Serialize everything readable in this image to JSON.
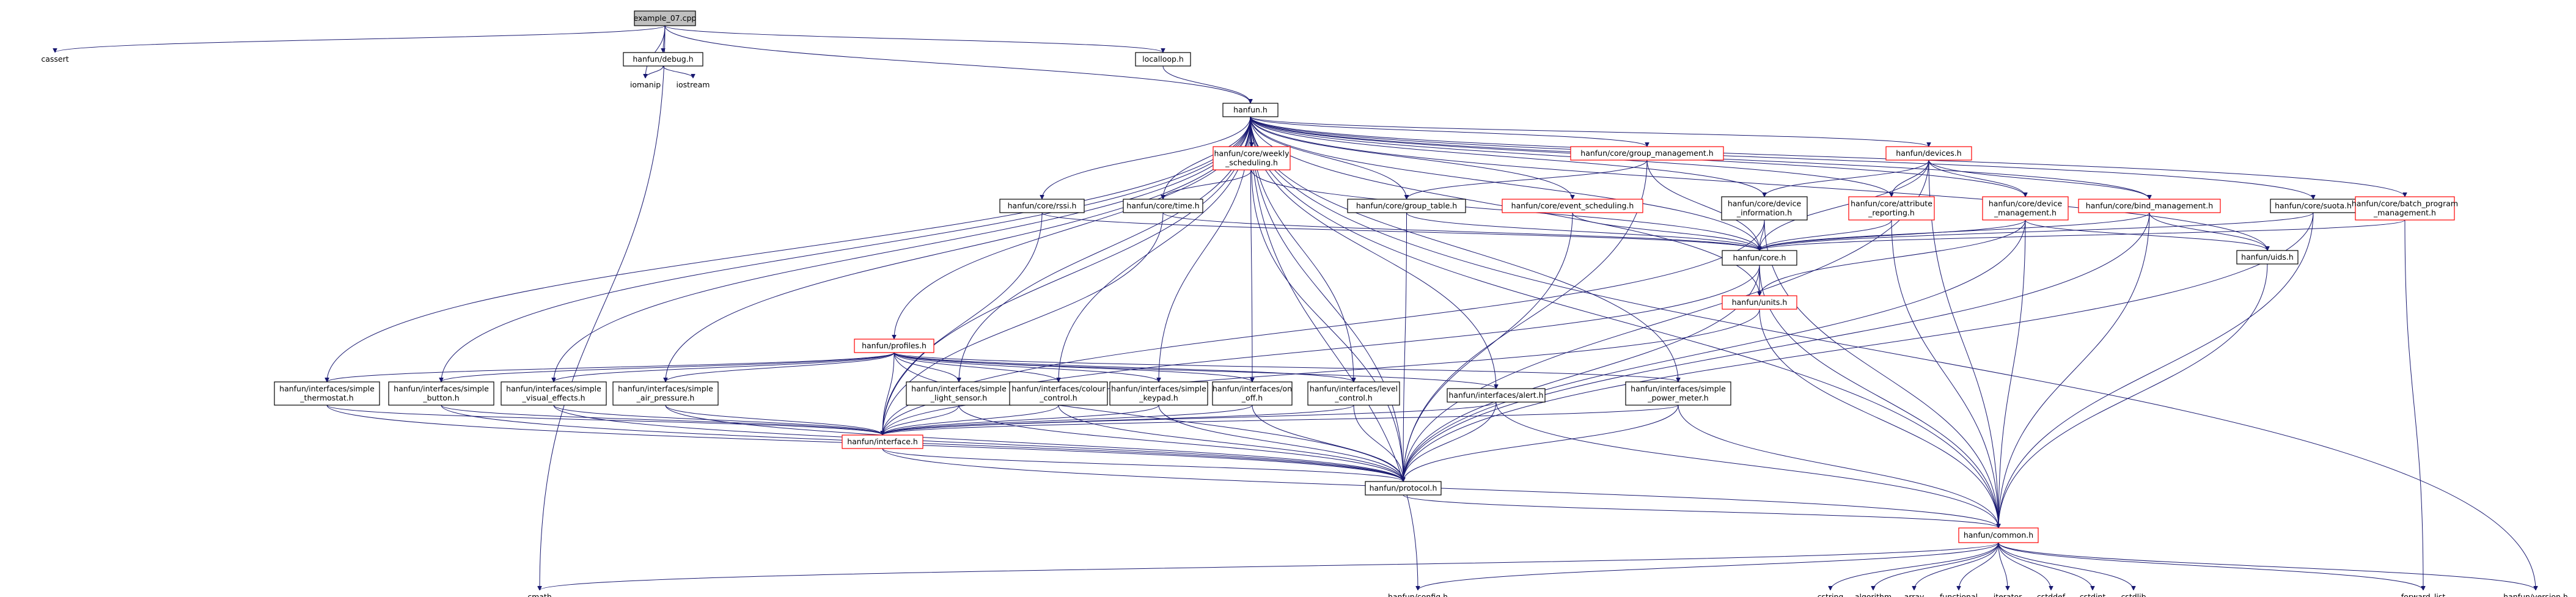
{
  "nodes": [
    {
      "id": "root",
      "lines": [
        "example_07.cpp"
      ],
      "style": "root"
    },
    {
      "id": "cassert",
      "lines": [
        "cassert"
      ],
      "style": "plain"
    },
    {
      "id": "cmath",
      "lines": [
        "cmath"
      ],
      "style": "plain"
    },
    {
      "id": "debug",
      "lines": [
        "hanfun/debug.h"
      ],
      "style": "black"
    },
    {
      "id": "iomanip",
      "lines": [
        "iomanip"
      ],
      "style": "plain"
    },
    {
      "id": "iostream",
      "lines": [
        "iostream"
      ],
      "style": "plain"
    },
    {
      "id": "localloop",
      "lines": [
        "localloop.h"
      ],
      "style": "black"
    },
    {
      "id": "hanfun",
      "lines": [
        "hanfun.h"
      ],
      "style": "black"
    },
    {
      "id": "weekly",
      "lines": [
        "hanfun/core/weekly",
        "_scheduling.h"
      ],
      "style": "red"
    },
    {
      "id": "groupmgmt",
      "lines": [
        "hanfun/core/group_management.h"
      ],
      "style": "red"
    },
    {
      "id": "devices",
      "lines": [
        "hanfun/devices.h"
      ],
      "style": "red"
    },
    {
      "id": "rssi",
      "lines": [
        "hanfun/core/rssi.h"
      ],
      "style": "black"
    },
    {
      "id": "time",
      "lines": [
        "hanfun/core/time.h"
      ],
      "style": "black"
    },
    {
      "id": "grouptable",
      "lines": [
        "hanfun/core/group_table.h"
      ],
      "style": "black"
    },
    {
      "id": "eventsched",
      "lines": [
        "hanfun/core/event_scheduling.h"
      ],
      "style": "red"
    },
    {
      "id": "devinfo",
      "lines": [
        "hanfun/core/device",
        "_information.h"
      ],
      "style": "black"
    },
    {
      "id": "attrrep",
      "lines": [
        "hanfun/core/attribute",
        "_reporting.h"
      ],
      "style": "red"
    },
    {
      "id": "devmgmt",
      "lines": [
        "hanfun/core/device",
        "_management.h"
      ],
      "style": "red"
    },
    {
      "id": "bindmgmt",
      "lines": [
        "hanfun/core/bind_management.h"
      ],
      "style": "red"
    },
    {
      "id": "suota",
      "lines": [
        "hanfun/core/suota.h"
      ],
      "style": "black"
    },
    {
      "id": "batch",
      "lines": [
        "hanfun/core/batch_program",
        "_management.h"
      ],
      "style": "red"
    },
    {
      "id": "core",
      "lines": [
        "hanfun/core.h"
      ],
      "style": "black"
    },
    {
      "id": "uids",
      "lines": [
        "hanfun/uids.h"
      ],
      "style": "black"
    },
    {
      "id": "units",
      "lines": [
        "hanfun/units.h"
      ],
      "style": "red"
    },
    {
      "id": "profiles",
      "lines": [
        "hanfun/profiles.h"
      ],
      "style": "red"
    },
    {
      "id": "thermostat",
      "lines": [
        "hanfun/interfaces/simple",
        "_thermostat.h"
      ],
      "style": "black"
    },
    {
      "id": "button",
      "lines": [
        "hanfun/interfaces/simple",
        "_button.h"
      ],
      "style": "black"
    },
    {
      "id": "visual",
      "lines": [
        "hanfun/interfaces/simple",
        "_visual_effects.h"
      ],
      "style": "black"
    },
    {
      "id": "airpressure",
      "lines": [
        "hanfun/interfaces/simple",
        "_air_pressure.h"
      ],
      "style": "black"
    },
    {
      "id": "lightsensor",
      "lines": [
        "hanfun/interfaces/simple",
        "_light_sensor.h"
      ],
      "style": "black"
    },
    {
      "id": "colour",
      "lines": [
        "hanfun/interfaces/colour",
        "_control.h"
      ],
      "style": "black"
    },
    {
      "id": "keypad",
      "lines": [
        "hanfun/interfaces/simple",
        "_keypad.h"
      ],
      "style": "black"
    },
    {
      "id": "onoff",
      "lines": [
        "hanfun/interfaces/on",
        "_off.h"
      ],
      "style": "black"
    },
    {
      "id": "level",
      "lines": [
        "hanfun/interfaces/level",
        "_control.h"
      ],
      "style": "black"
    },
    {
      "id": "alert",
      "lines": [
        "hanfun/interfaces/alert.h"
      ],
      "style": "black"
    },
    {
      "id": "powermeter",
      "lines": [
        "hanfun/interfaces/simple",
        "_power_meter.h"
      ],
      "style": "black"
    },
    {
      "id": "interface",
      "lines": [
        "hanfun/interface.h"
      ],
      "style": "red"
    },
    {
      "id": "protocol",
      "lines": [
        "hanfun/protocol.h"
      ],
      "style": "black"
    },
    {
      "id": "common",
      "lines": [
        "hanfun/common.h"
      ],
      "style": "red"
    },
    {
      "id": "config",
      "lines": [
        "hanfun/config.h"
      ],
      "style": "plain"
    },
    {
      "id": "cstring",
      "lines": [
        "cstring"
      ],
      "style": "plain"
    },
    {
      "id": "algorithm",
      "lines": [
        "algorithm"
      ],
      "style": "plain"
    },
    {
      "id": "array",
      "lines": [
        "array"
      ],
      "style": "plain"
    },
    {
      "id": "functional",
      "lines": [
        "functional"
      ],
      "style": "plain"
    },
    {
      "id": "iterator",
      "lines": [
        "iterator"
      ],
      "style": "plain"
    },
    {
      "id": "cstddef",
      "lines": [
        "cstddef"
      ],
      "style": "plain"
    },
    {
      "id": "cstdint",
      "lines": [
        "cstdint"
      ],
      "style": "plain"
    },
    {
      "id": "cstdlib",
      "lines": [
        "cstdlib"
      ],
      "style": "plain"
    },
    {
      "id": "forwardlist",
      "lines": [
        "forward_list"
      ],
      "style": "plain"
    },
    {
      "id": "version",
      "lines": [
        "hanfun/version.h"
      ],
      "style": "plain"
    }
  ],
  "edges": [
    [
      "root",
      "cassert"
    ],
    [
      "root",
      "cmath"
    ],
    [
      "root",
      "debug"
    ],
    [
      "root",
      "iomanip"
    ],
    [
      "root",
      "localloop"
    ],
    [
      "root",
      "hanfun"
    ],
    [
      "debug",
      "iomanip"
    ],
    [
      "debug",
      "iostream"
    ],
    [
      "localloop",
      "hanfun"
    ],
    [
      "hanfun",
      "weekly"
    ],
    [
      "hanfun",
      "groupmgmt"
    ],
    [
      "hanfun",
      "devices"
    ],
    [
      "hanfun",
      "rssi"
    ],
    [
      "hanfun",
      "time"
    ],
    [
      "hanfun",
      "grouptable"
    ],
    [
      "hanfun",
      "eventsched"
    ],
    [
      "hanfun",
      "devinfo"
    ],
    [
      "hanfun",
      "attrrep"
    ],
    [
      "hanfun",
      "devmgmt"
    ],
    [
      "hanfun",
      "bindmgmt"
    ],
    [
      "hanfun",
      "suota"
    ],
    [
      "hanfun",
      "batch"
    ],
    [
      "hanfun",
      "core"
    ],
    [
      "hanfun",
      "uids"
    ],
    [
      "hanfun",
      "units"
    ],
    [
      "hanfun",
      "profiles"
    ],
    [
      "hanfun",
      "thermostat"
    ],
    [
      "hanfun",
      "button"
    ],
    [
      "hanfun",
      "visual"
    ],
    [
      "hanfun",
      "airpressure"
    ],
    [
      "hanfun",
      "lightsensor"
    ],
    [
      "hanfun",
      "colour"
    ],
    [
      "hanfun",
      "keypad"
    ],
    [
      "hanfun",
      "onoff"
    ],
    [
      "hanfun",
      "level"
    ],
    [
      "hanfun",
      "alert"
    ],
    [
      "hanfun",
      "powermeter"
    ],
    [
      "hanfun",
      "interface"
    ],
    [
      "hanfun",
      "protocol"
    ],
    [
      "hanfun",
      "common"
    ],
    [
      "hanfun",
      "config"
    ],
    [
      "hanfun",
      "version"
    ],
    [
      "weekly",
      "time"
    ],
    [
      "weekly",
      "core"
    ],
    [
      "weekly",
      "protocol"
    ],
    [
      "groupmgmt",
      "grouptable"
    ],
    [
      "groupmgmt",
      "core"
    ],
    [
      "groupmgmt",
      "protocol"
    ],
    [
      "devices",
      "devinfo"
    ],
    [
      "devices",
      "attrrep"
    ],
    [
      "devices",
      "devmgmt"
    ],
    [
      "devices",
      "bindmgmt"
    ],
    [
      "devices",
      "core"
    ],
    [
      "devices",
      "protocol"
    ],
    [
      "devices",
      "common"
    ],
    [
      "rssi",
      "core"
    ],
    [
      "rssi",
      "interface"
    ],
    [
      "time",
      "core"
    ],
    [
      "time",
      "interface"
    ],
    [
      "grouptable",
      "core"
    ],
    [
      "grouptable",
      "protocol"
    ],
    [
      "eventsched",
      "core"
    ],
    [
      "eventsched",
      "protocol"
    ],
    [
      "devinfo",
      "core"
    ],
    [
      "devinfo",
      "interface"
    ],
    [
      "devinfo",
      "common"
    ],
    [
      "attrrep",
      "core"
    ],
    [
      "attrrep",
      "common"
    ],
    [
      "devmgmt",
      "core"
    ],
    [
      "devmgmt",
      "uids"
    ],
    [
      "devmgmt",
      "units"
    ],
    [
      "devmgmt",
      "protocol"
    ],
    [
      "devmgmt",
      "common"
    ],
    [
      "bindmgmt",
      "core"
    ],
    [
      "bindmgmt",
      "uids"
    ],
    [
      "bindmgmt",
      "protocol"
    ],
    [
      "bindmgmt",
      "common"
    ],
    [
      "suota",
      "core"
    ],
    [
      "suota",
      "protocol"
    ],
    [
      "suota",
      "common"
    ],
    [
      "batch",
      "core"
    ],
    [
      "batch",
      "forwardlist"
    ],
    [
      "core",
      "units"
    ],
    [
      "core",
      "interface"
    ],
    [
      "core",
      "protocol"
    ],
    [
      "core",
      "common"
    ],
    [
      "uids",
      "common"
    ],
    [
      "units",
      "interface"
    ],
    [
      "units",
      "common"
    ],
    [
      "profiles",
      "thermostat"
    ],
    [
      "profiles",
      "button"
    ],
    [
      "profiles",
      "visual"
    ],
    [
      "profiles",
      "airpressure"
    ],
    [
      "profiles",
      "lightsensor"
    ],
    [
      "profiles",
      "colour"
    ],
    [
      "profiles",
      "keypad"
    ],
    [
      "profiles",
      "onoff"
    ],
    [
      "profiles",
      "level"
    ],
    [
      "profiles",
      "alert"
    ],
    [
      "profiles",
      "powermeter"
    ],
    [
      "profiles",
      "interface"
    ],
    [
      "profiles",
      "protocol"
    ],
    [
      "thermostat",
      "interface"
    ],
    [
      "thermostat",
      "protocol"
    ],
    [
      "button",
      "interface"
    ],
    [
      "button",
      "protocol"
    ],
    [
      "visual",
      "interface"
    ],
    [
      "visual",
      "protocol"
    ],
    [
      "airpressure",
      "interface"
    ],
    [
      "airpressure",
      "protocol"
    ],
    [
      "lightsensor",
      "interface"
    ],
    [
      "lightsensor",
      "protocol"
    ],
    [
      "colour",
      "interface"
    ],
    [
      "colour",
      "protocol"
    ],
    [
      "keypad",
      "interface"
    ],
    [
      "keypad",
      "protocol"
    ],
    [
      "onoff",
      "interface"
    ],
    [
      "onoff",
      "protocol"
    ],
    [
      "level",
      "interface"
    ],
    [
      "level",
      "protocol"
    ],
    [
      "alert",
      "interface"
    ],
    [
      "alert",
      "protocol"
    ],
    [
      "alert",
      "common"
    ],
    [
      "powermeter",
      "interface"
    ],
    [
      "powermeter",
      "protocol"
    ],
    [
      "powermeter",
      "common"
    ],
    [
      "interface",
      "protocol"
    ],
    [
      "interface",
      "common"
    ],
    [
      "protocol",
      "common"
    ],
    [
      "common",
      "cmath"
    ],
    [
      "common",
      "config"
    ],
    [
      "common",
      "cstring"
    ],
    [
      "common",
      "algorithm"
    ],
    [
      "common",
      "array"
    ],
    [
      "common",
      "functional"
    ],
    [
      "common",
      "iterator"
    ],
    [
      "common",
      "cstddef"
    ],
    [
      "common",
      "cstdint"
    ],
    [
      "common",
      "cstdlib"
    ],
    [
      "common",
      "forwardlist"
    ],
    [
      "common",
      "version"
    ]
  ]
}
